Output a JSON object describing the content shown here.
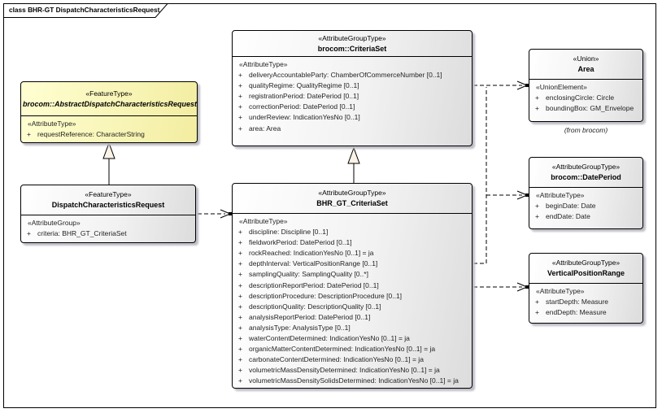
{
  "diagram": {
    "title": "class BHR-GT DispatchCharacteristicsRequest"
  },
  "colors": {
    "gray_start": "#ffffff",
    "gray_end": "#dcdcdc",
    "yellow_start": "#ffffd2",
    "yellow_end": "#f3eda1",
    "shadow": "#bdbdc6",
    "triangle_fill": "#fbf3e6",
    "line": "#000000"
  },
  "classes": {
    "abstract_request": {
      "stereotype": "«FeatureType»",
      "name": "brocom::AbstractDispatchCharacteristicsRequest",
      "section": "«AttributeType»",
      "attributes": [
        {
          "vis": "+",
          "text": "requestReference: CharacterString"
        }
      ]
    },
    "dispatch_request": {
      "stereotype": "«FeatureType»",
      "name": "DispatchCharacteristicsRequest",
      "section": "«AttributeGroup»",
      "attributes": [
        {
          "vis": "+",
          "text": "criteria: BHR_GT_CriteriaSet"
        }
      ]
    },
    "criteria_set": {
      "stereotype": "«AttributeGroupType»",
      "name": "brocom::CriteriaSet",
      "section": "«AttributeType»",
      "attributes": [
        {
          "vis": "+",
          "text": "deliveryAccountableParty: ChamberOfCommerceNumber [0..1]"
        },
        {
          "vis": "+",
          "text": "qualityRegime: QualityRegime [0..1]"
        },
        {
          "vis": "+",
          "text": "registrationPeriod: DatePeriod [0..1]"
        },
        {
          "vis": "+",
          "text": "correctionPeriod: DatePeriod [0..1]"
        },
        {
          "vis": "+",
          "text": "underReview: IndicationYesNo [0..1]"
        },
        {
          "vis": "+",
          "text": "area: Area"
        }
      ]
    },
    "bhr_gt_criteria_set": {
      "stereotype": "«AttributeGroupType»",
      "name": "BHR_GT_CriteriaSet",
      "section": "«AttributeType»",
      "attributes": [
        {
          "vis": "+",
          "text": "discipline: Discipline [0..1]"
        },
        {
          "vis": "+",
          "text": "fieldworkPeriod: DatePeriod [0..1]"
        },
        {
          "vis": "+",
          "text": "rockReached: IndicationYesNo [0..1] = ja"
        },
        {
          "vis": "+",
          "text": "depthInterval: VerticalPositionRange [0..1]"
        },
        {
          "vis": "+",
          "text": "samplingQuality: SamplingQuality [0..*]"
        },
        {
          "vis": "+",
          "text": "descriptionReportPeriod: DatePeriod [0..1]"
        },
        {
          "vis": "+",
          "text": "descriptionProcedure: DescriptionProcedure [0..1]"
        },
        {
          "vis": "+",
          "text": "descriptionQuality: DescriptionQuality [0..1]"
        },
        {
          "vis": "+",
          "text": "analysisReportPeriod: DatePeriod [0..1]"
        },
        {
          "vis": "+",
          "text": "analysisType: AnalysisType [0..1]"
        },
        {
          "vis": "+",
          "text": "waterContentDetermined: IndicationYesNo [0..1] = ja"
        },
        {
          "vis": "+",
          "text": "organicMatterContentDetermined: IndicationYesNo [0..1] = ja"
        },
        {
          "vis": "+",
          "text": "carbonateContentDetermined: IndicationYesNo [0..1] = ja"
        },
        {
          "vis": "+",
          "text": "volumetricMassDensityDetermined: IndicationYesNo [0..1] = ja"
        },
        {
          "vis": "+",
          "text": "volumetricMassDensitySolidsDetermined: IndicationYesNo [0..1] = ja"
        }
      ]
    },
    "area": {
      "stereotype": "«Union»",
      "name": "Area",
      "section": "«UnionElement»",
      "attributes": [
        {
          "vis": "+",
          "text": "enclosingCircle: Circle"
        },
        {
          "vis": "+",
          "text": "boundingBox: GM_Envelope"
        }
      ],
      "caption": "(from brocom)"
    },
    "date_period": {
      "stereotype": "«AttributeGroupType»",
      "name": "brocom::DatePeriod",
      "section": "«AttributeType»",
      "attributes": [
        {
          "vis": "+",
          "text": "beginDate: Date"
        },
        {
          "vis": "+",
          "text": "endDate: Date"
        }
      ]
    },
    "vertical_position_range": {
      "stereotype": "«AttributeGroupType»",
      "name": "VerticalPositionRange",
      "section": "«AttributeType»",
      "attributes": [
        {
          "vis": "+",
          "text": "startDepth: Measure"
        },
        {
          "vis": "+",
          "text": "endDepth: Measure"
        }
      ]
    }
  }
}
